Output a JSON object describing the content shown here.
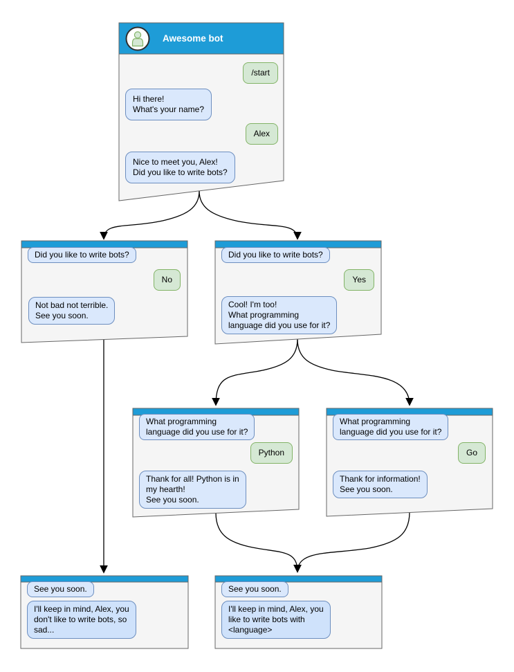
{
  "colors": {
    "header_blue": "#1e9cd7",
    "window_fill": "#f5f5f5",
    "window_border": "#666666",
    "bot_bubble_fill": "#dae8fc",
    "bot_bubble_border": "#6c8ebf",
    "final_bubble_fill": "#cfe2fb",
    "user_bubble_fill": "#d5e8d4",
    "user_bubble_border": "#82b366",
    "connector": "#000000"
  },
  "root_window": {
    "title": "Awesome bot",
    "avatar_icon": "person-icon",
    "messages": {
      "start_command": "/start",
      "greeting": "Hi there!\nWhat's your name?",
      "name_reply": "Alex",
      "ask_write_bots": "Nice to meet you, Alex!\nDid you like to write bots?"
    }
  },
  "no_window": {
    "question": "Did you like to write bots?",
    "answer": "No",
    "reply": "Not bad not terrible.\nSee you soon."
  },
  "yes_window": {
    "question": "Did you like to write bots?",
    "answer": "Yes",
    "reply": "Cool! I'm too!\nWhat programming\nlanguage did you use for it?"
  },
  "python_window": {
    "question": "What programming\nlanguage did you use for it?",
    "answer": "Python",
    "reply": "Thank for all! Python is in\nmy hearth!\nSee you soon."
  },
  "go_window": {
    "question": "What programming\nlanguage did you use for it?",
    "answer": "Go",
    "reply": "Thank for information!\nSee you soon."
  },
  "end_no_window": {
    "question": "See you soon.",
    "reply": "I'll keep in mind, Alex, you\ndon't like to write bots, so\nsad..."
  },
  "end_yes_window": {
    "question": "See you soon.",
    "reply": "I'll keep in mind, Alex, you\nlike to write bots with\n<language>"
  }
}
